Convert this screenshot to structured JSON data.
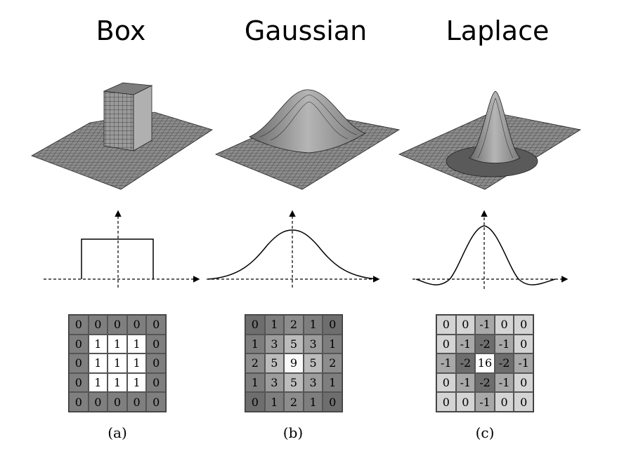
{
  "panels": [
    {
      "title": "Box",
      "caption": "(a)",
      "kernel": [
        [
          0,
          0,
          0,
          0,
          0
        ],
        [
          0,
          1,
          1,
          1,
          0
        ],
        [
          0,
          1,
          1,
          1,
          0
        ],
        [
          0,
          1,
          1,
          1,
          0
        ],
        [
          0,
          0,
          0,
          0,
          0
        ]
      ]
    },
    {
      "title": "Gaussian",
      "caption": "(b)",
      "kernel": [
        [
          0,
          1,
          2,
          1,
          0
        ],
        [
          1,
          3,
          5,
          3,
          1
        ],
        [
          2,
          5,
          9,
          5,
          2
        ],
        [
          1,
          3,
          5,
          3,
          1
        ],
        [
          0,
          1,
          2,
          1,
          0
        ]
      ]
    },
    {
      "title": "Laplace",
      "caption": "(c)",
      "kernel": [
        [
          0,
          0,
          -1,
          0,
          0
        ],
        [
          0,
          -1,
          -2,
          -1,
          0
        ],
        [
          -1,
          -2,
          16,
          -2,
          -1
        ],
        [
          0,
          -1,
          -2,
          -1,
          0
        ],
        [
          0,
          0,
          -1,
          0,
          0
        ]
      ]
    }
  ],
  "colors": {
    "surface_fill": "#8a8a8a",
    "mesh_line": "#333333",
    "curve": "#000000"
  }
}
